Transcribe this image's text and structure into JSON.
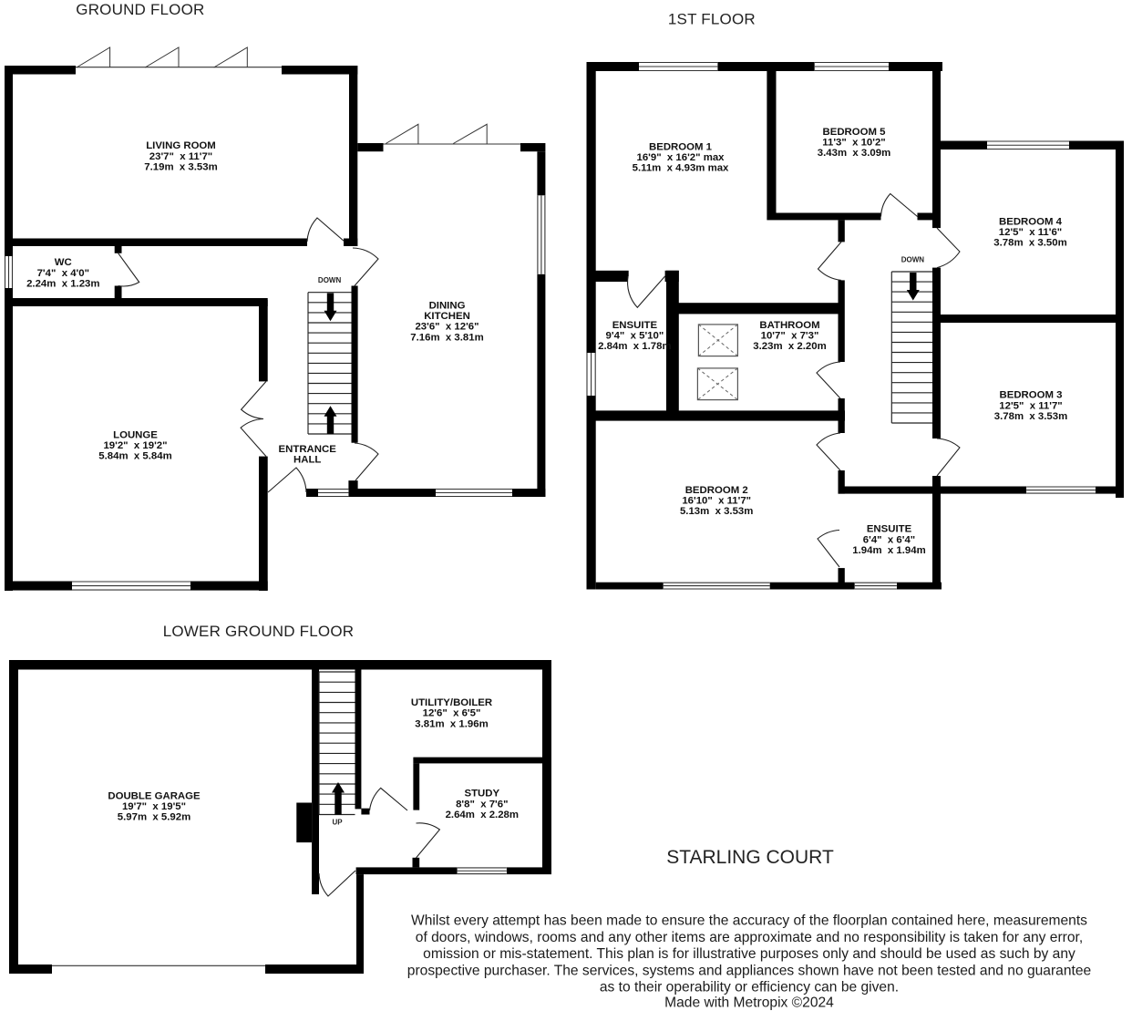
{
  "page": {
    "property_title": "STARLING COURT",
    "credit": "Made with Metropix ©2024",
    "disclaimer": {
      "lines": [
        "Whilst every attempt has been made to ensure the accuracy of the floorplan contained here, measurements",
        "of doors, windows, rooms and any other items are approximate and no responsibility is taken for any error,",
        "omission or mis-statement. This plan is for illustrative purposes only and should be used as such by any",
        "prospective purchaser. The services, systems and appliances shown have not been tested and no guarantee",
        "as to their operability or efficiency can be given."
      ]
    },
    "colors": {
      "wall": "#000000",
      "text": "#1a1a1a",
      "line": "#333333",
      "background": "#ffffff"
    }
  },
  "floors": {
    "ground": {
      "title": "GROUND FLOOR",
      "stair_label": "DOWN",
      "rooms": {
        "living_room": {
          "name": "LIVING ROOM",
          "imperial": "23'7\"  x 11'7\"",
          "metric": "7.19m  x 3.53m"
        },
        "wc": {
          "name": "WC",
          "imperial": "7'4\"  x 4'0\"",
          "metric": "2.24m  x 1.23m"
        },
        "dining_kitchen": {
          "name_line1": "DINING",
          "name_line2": "KITCHEN",
          "imperial": "23'6\"  x 12'6\"",
          "metric": "7.16m  x 3.81m"
        },
        "lounge": {
          "name": "LOUNGE",
          "imperial": "19'2\"  x 19'2\"",
          "metric": "5.84m  x 5.84m"
        },
        "entrance_hall": {
          "name_line1": "ENTRANCE",
          "name_line2": "HALL"
        }
      }
    },
    "first": {
      "title": "1ST FLOOR",
      "stair_label": "DOWN",
      "rooms": {
        "bedroom1": {
          "name": "BEDROOM 1",
          "imperial": "16'9\"  x 16'2\" max",
          "metric": "5.11m  x 4.93m max"
        },
        "bedroom5": {
          "name": "BEDROOM 5",
          "imperial": "11'3\"  x 10'2\"",
          "metric": "3.43m  x 3.09m"
        },
        "bedroom4": {
          "name": "BEDROOM 4",
          "imperial": "12'5\"  x 11'6\"",
          "metric": "3.78m  x 3.50m"
        },
        "ensuite1": {
          "name": "ENSUITE",
          "imperial": "9'4\"  x 5'10\"",
          "metric": "2.84m  x 1.78m"
        },
        "bathroom": {
          "name": "BATHROOM",
          "imperial": "10'7\"  x 7'3\"",
          "metric": "3.23m  x 2.20m"
        },
        "bedroom3": {
          "name": "BEDROOM 3",
          "imperial": "12'5\"  x 11'7\"",
          "metric": "3.78m  x 3.53m"
        },
        "bedroom2": {
          "name": "BEDROOM 2",
          "imperial": "16'10\"  x 11'7\"",
          "metric": "5.13m  x 3.53m"
        },
        "ensuite2": {
          "name": "ENSUITE",
          "imperial": "6'4\"  x 6'4\"",
          "metric": "1.94m  x 1.94m"
        }
      }
    },
    "lower": {
      "title": "LOWER GROUND FLOOR",
      "stair_label": "UP",
      "rooms": {
        "double_garage": {
          "name": "DOUBLE GARAGE",
          "imperial": "19'7\"  x 19'5\"",
          "metric": "5.97m  x 5.92m"
        },
        "utility": {
          "name": "UTILITY/BOILER",
          "imperial": "12'6\"  x 6'5\"",
          "metric": "3.81m  x 1.96m"
        },
        "study": {
          "name": "STUDY",
          "imperial": "8'8\"  x 7'6\"",
          "metric": "2.64m  x 2.28m"
        }
      }
    }
  }
}
